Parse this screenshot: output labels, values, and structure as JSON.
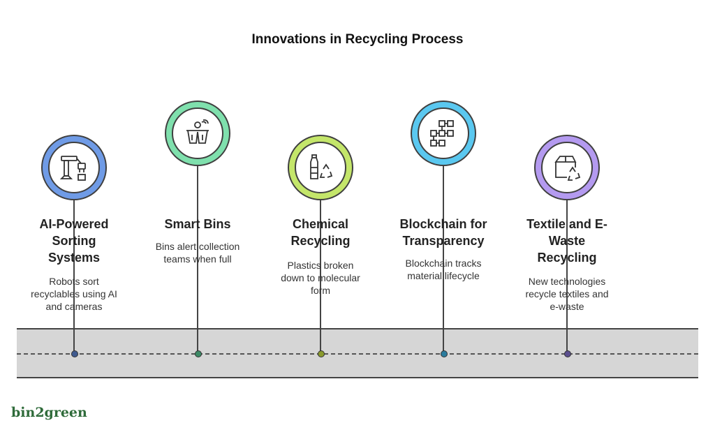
{
  "title": "Innovations in Recycling Process",
  "milestones": [
    {
      "icon": "robot-arm-icon",
      "color": "#6f9be6",
      "dot_color": "#3f5a8f",
      "title_lines": [
        "AI-Powered",
        "Sorting",
        "Systems"
      ],
      "desc_lines": [
        "Robots sort",
        "recyclables using AI",
        "and cameras"
      ]
    },
    {
      "icon": "smart-bin-icon",
      "color": "#7fe0ad",
      "dot_color": "#3d8a66",
      "title_lines": [
        "Smart Bins"
      ],
      "desc_lines": [
        "Bins alert collection",
        "teams when full"
      ]
    },
    {
      "icon": "bottle-recycle-icon",
      "color": "#c4e66a",
      "dot_color": "#8a9a2c",
      "title_lines": [
        "Chemical",
        "Recycling"
      ],
      "desc_lines": [
        "Plastics broken",
        "down to molecular",
        "form"
      ]
    },
    {
      "icon": "blockchain-icon",
      "color": "#5ac8f0",
      "dot_color": "#2b7c9e",
      "title_lines": [
        "Blockchain for",
        "Transparency"
      ],
      "desc_lines": [
        "Blockchain tracks",
        "material lifecycle"
      ]
    },
    {
      "icon": "box-recycle-icon",
      "color": "#b49af0",
      "dot_color": "#5b4f8f",
      "title_lines": [
        "Textile and E-",
        "Waste",
        "Recycling"
      ],
      "desc_lines": [
        "New technologies",
        "recycle textiles and",
        "e-waste"
      ]
    }
  ],
  "brand": "bin2green"
}
